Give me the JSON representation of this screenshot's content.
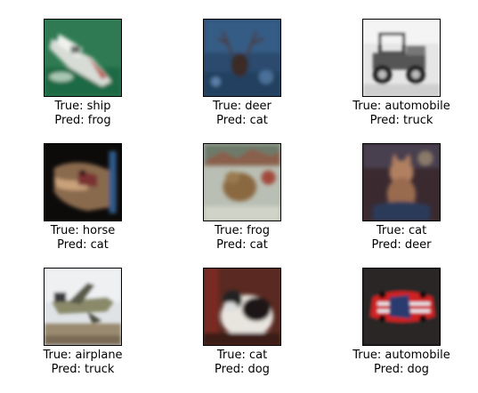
{
  "figure": {
    "panels": [
      {
        "true_text": "True: ship",
        "pred_text": "Pred: frog",
        "image": "ship-on-water"
      },
      {
        "true_text": "True: deer",
        "pred_text": "Pred: cat",
        "image": "deer-at-night"
      },
      {
        "true_text": "True: automobile",
        "pred_text": "Pred: truck",
        "image": "vintage-car-grayscale"
      },
      {
        "true_text": "True: horse",
        "pred_text": "Pred: cat",
        "image": "horse-head-dark"
      },
      {
        "true_text": "True: frog",
        "pred_text": "Pred: cat",
        "image": "frog-on-ground"
      },
      {
        "true_text": "True: cat",
        "pred_text": "Pred: deer",
        "image": "cat-sitting"
      },
      {
        "true_text": "True: airplane",
        "pred_text": "Pred: truck",
        "image": "airplane-on-ground"
      },
      {
        "true_text": "True: cat",
        "pred_text": "Pred: dog",
        "image": "black-white-cat"
      },
      {
        "true_text": "True: automobile",
        "pred_text": "Pred: dog",
        "image": "red-sports-car-topview"
      }
    ]
  }
}
